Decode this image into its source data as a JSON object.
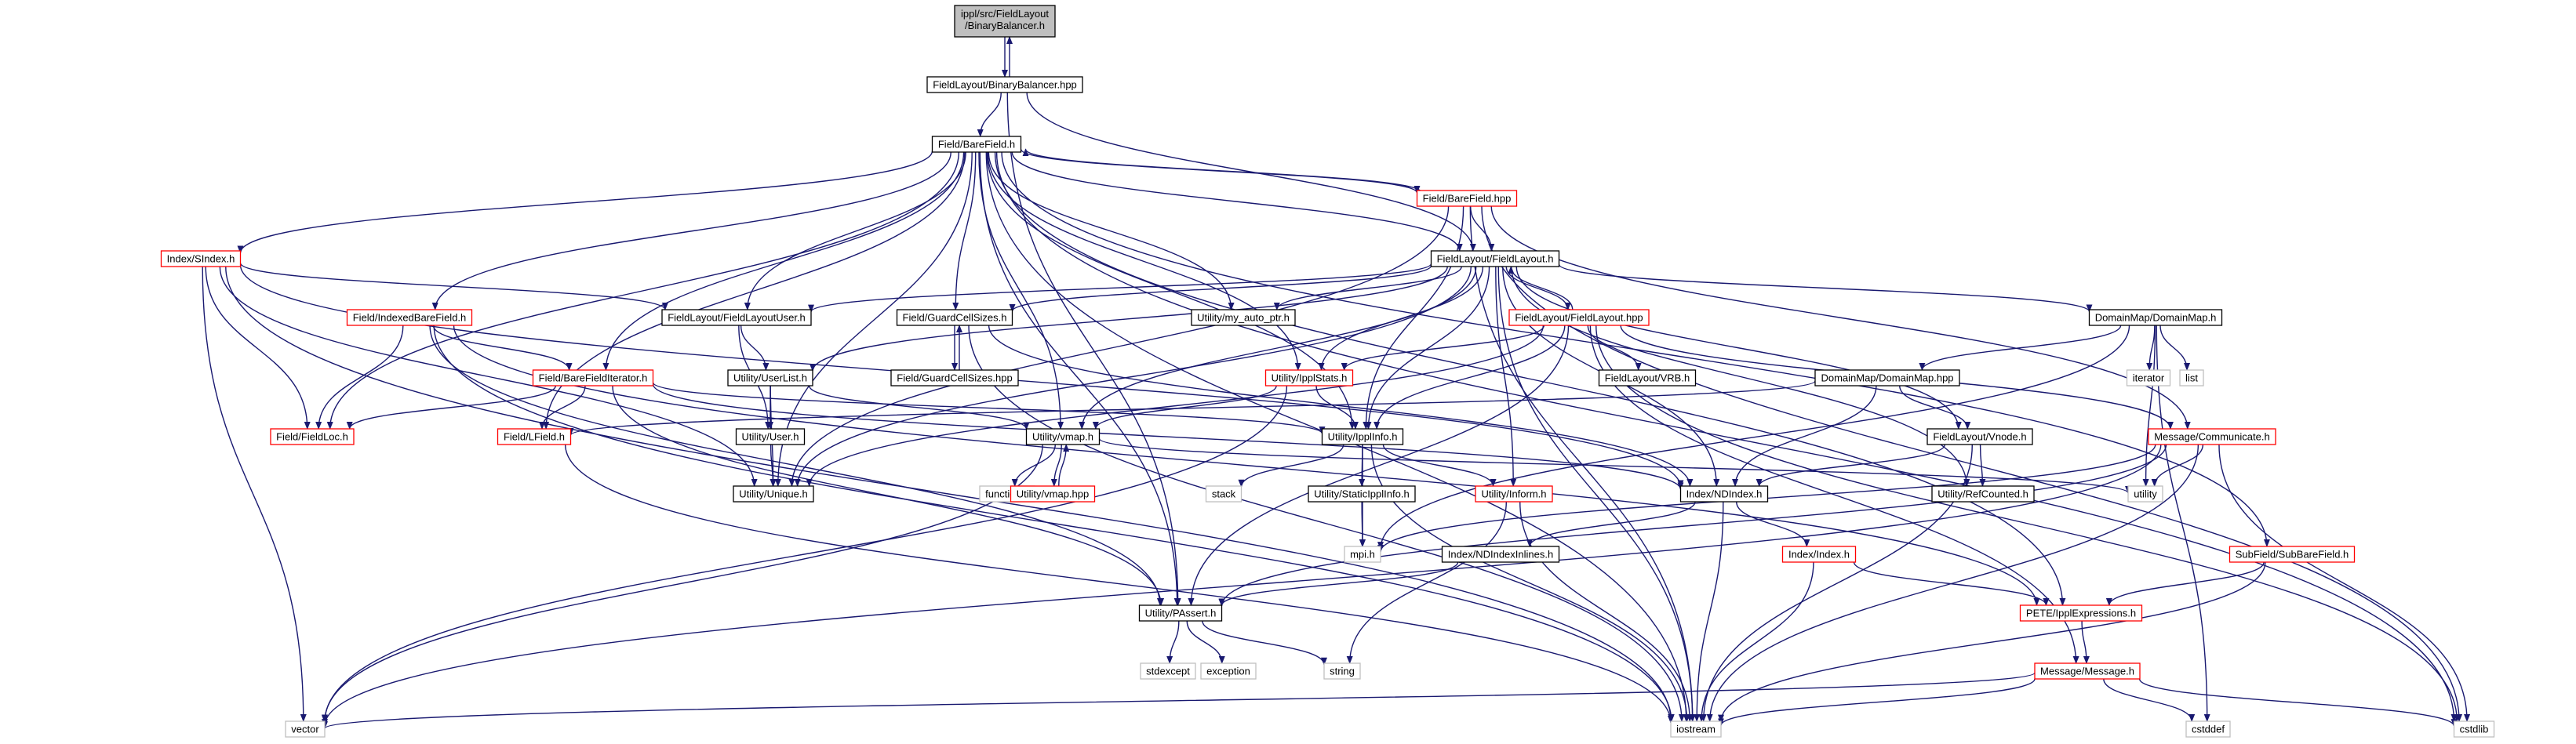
{
  "diagram_type": "include dependency graph",
  "colors": {
    "edge": "#191970",
    "node_border_normal": "#000000",
    "node_border_truncated": "#ff0000",
    "node_border_system": "#bfbfbf",
    "node_fill_root": "#bfbfbf",
    "node_fill": "#ffffff",
    "text": "#000000"
  },
  "nodes": [
    {
      "id": "root",
      "label": "ippl/src/FieldLayout/BinaryBalancer.h",
      "kind": "root"
    },
    {
      "id": "bb_hpp",
      "label": "FieldLayout/BinaryBalancer.hpp",
      "kind": "normal"
    },
    {
      "id": "barefield_h",
      "label": "Field/BareField.h",
      "kind": "normal"
    },
    {
      "id": "barefield_hpp",
      "label": "Field/BareField.hpp",
      "kind": "truncated"
    },
    {
      "id": "fieldlayout_h",
      "label": "FieldLayout/FieldLayout.h",
      "kind": "normal"
    },
    {
      "id": "sindex",
      "label": "Index/SIndex.h",
      "kind": "truncated"
    },
    {
      "id": "indexedbf",
      "label": "Field/IndexedBareField.h",
      "kind": "truncated"
    },
    {
      "id": "fluser",
      "label": "FieldLayout/FieldLayoutUser.h",
      "kind": "normal"
    },
    {
      "id": "gcs",
      "label": "Field/GuardCellSizes.h",
      "kind": "normal"
    },
    {
      "id": "myauto",
      "label": "Utility/my_auto_ptr.h",
      "kind": "normal"
    },
    {
      "id": "flhpp",
      "label": "FieldLayout/FieldLayout.hpp",
      "kind": "truncated"
    },
    {
      "id": "dommap",
      "label": "DomainMap/DomainMap.h",
      "kind": "normal"
    },
    {
      "id": "bfi",
      "label": "Field/BareFieldIterator.h",
      "kind": "truncated"
    },
    {
      "id": "userlist",
      "label": "Utility/UserList.h",
      "kind": "normal"
    },
    {
      "id": "gcshpp",
      "label": "Field/GuardCellSizes.hpp",
      "kind": "normal"
    },
    {
      "id": "ipplstats",
      "label": "Utility/IpplStats.h",
      "kind": "truncated"
    },
    {
      "id": "vrb",
      "label": "FieldLayout/VRB.h",
      "kind": "normal"
    },
    {
      "id": "iterator",
      "label": "iterator",
      "kind": "system"
    },
    {
      "id": "list",
      "label": "list",
      "kind": "system"
    },
    {
      "id": "dommaphpp",
      "label": "DomainMap/DomainMap.hpp",
      "kind": "normal"
    },
    {
      "id": "fieldloc",
      "label": "Field/FieldLoc.h",
      "kind": "truncated"
    },
    {
      "id": "lfield",
      "label": "Field/LField.h",
      "kind": "truncated"
    },
    {
      "id": "userh",
      "label": "Utility/User.h",
      "kind": "normal"
    },
    {
      "id": "vmap",
      "label": "Utility/vmap.h",
      "kind": "normal"
    },
    {
      "id": "ipplinfo",
      "label": "Utility/IpplInfo.h",
      "kind": "normal"
    },
    {
      "id": "vnode",
      "label": "FieldLayout/Vnode.h",
      "kind": "normal"
    },
    {
      "id": "communicate",
      "label": "Message/Communicate.h",
      "kind": "truncated"
    },
    {
      "id": "unique",
      "label": "Utility/Unique.h",
      "kind": "normal"
    },
    {
      "id": "functional",
      "label": "functional",
      "kind": "system"
    },
    {
      "id": "vmaphpp",
      "label": "Utility/vmap.hpp",
      "kind": "truncated"
    },
    {
      "id": "stack",
      "label": "stack",
      "kind": "system"
    },
    {
      "id": "staticippl",
      "label": "Utility/StaticIpplInfo.h",
      "kind": "normal"
    },
    {
      "id": "inform",
      "label": "Utility/Inform.h",
      "kind": "truncated"
    },
    {
      "id": "ndindex",
      "label": "Index/NDIndex.h",
      "kind": "normal"
    },
    {
      "id": "refcounted",
      "label": "Utility/RefCounted.h",
      "kind": "normal"
    },
    {
      "id": "utility",
      "label": "utility",
      "kind": "system"
    },
    {
      "id": "mpi",
      "label": "mpi.h",
      "kind": "system"
    },
    {
      "id": "ndinline",
      "label": "Index/NDIndexInlines.h",
      "kind": "normal"
    },
    {
      "id": "indexh",
      "label": "Index/Index.h",
      "kind": "truncated"
    },
    {
      "id": "subbf",
      "label": "SubField/SubBareField.h",
      "kind": "truncated"
    },
    {
      "id": "passert",
      "label": "Utility/PAssert.h",
      "kind": "normal"
    },
    {
      "id": "pete",
      "label": "PETE/IpplExpressions.h",
      "kind": "truncated"
    },
    {
      "id": "stdexcept",
      "label": "stdexcept",
      "kind": "system"
    },
    {
      "id": "exception",
      "label": "exception",
      "kind": "system"
    },
    {
      "id": "string",
      "label": "string",
      "kind": "system"
    },
    {
      "id": "message",
      "label": "Message/Message.h",
      "kind": "truncated"
    },
    {
      "id": "vector",
      "label": "vector",
      "kind": "system"
    },
    {
      "id": "iostream",
      "label": "iostream",
      "kind": "system"
    },
    {
      "id": "cstddef",
      "label": "cstddef",
      "kind": "system"
    },
    {
      "id": "cstdlib",
      "label": "cstdlib",
      "kind": "system"
    }
  ],
  "edges": [
    [
      "root",
      "bb_hpp"
    ],
    [
      "bb_hpp",
      "root"
    ],
    [
      "bb_hpp",
      "barefield_h"
    ],
    [
      "bb_hpp",
      "fieldlayout_h"
    ],
    [
      "bb_hpp",
      "passert"
    ],
    [
      "barefield_h",
      "barefield_hpp"
    ],
    [
      "barefield_hpp",
      "barefield_h"
    ],
    [
      "barefield_h",
      "fieldlayout_h"
    ],
    [
      "barefield_h",
      "sindex"
    ],
    [
      "barefield_h",
      "indexedbf"
    ],
    [
      "barefield_h",
      "fluser"
    ],
    [
      "barefield_h",
      "gcs"
    ],
    [
      "barefield_h",
      "myauto"
    ],
    [
      "barefield_h",
      "bfi"
    ],
    [
      "barefield_h",
      "ipplstats"
    ],
    [
      "barefield_h",
      "ipplinfo"
    ],
    [
      "barefield_h",
      "fieldloc"
    ],
    [
      "barefield_h",
      "lfield"
    ],
    [
      "barefield_h",
      "vmap"
    ],
    [
      "barefield_h",
      "unique"
    ],
    [
      "barefield_h",
      "passert"
    ],
    [
      "barefield_h",
      "iostream"
    ],
    [
      "barefield_h",
      "subbf"
    ],
    [
      "barefield_h",
      "pete"
    ],
    [
      "barefield_h",
      "cstdlib"
    ],
    [
      "barefield_hpp",
      "fieldlayout_h"
    ],
    [
      "barefield_hpp",
      "ipplinfo"
    ],
    [
      "barefield_hpp",
      "communicate"
    ],
    [
      "barefield_hpp",
      "unique"
    ],
    [
      "barefield_hpp",
      "iostream"
    ],
    [
      "barefield_hpp",
      "cstdlib"
    ],
    [
      "fieldlayout_h",
      "flhpp"
    ],
    [
      "flhpp",
      "fieldlayout_h"
    ],
    [
      "fieldlayout_h",
      "fluser"
    ],
    [
      "fieldlayout_h",
      "gcs"
    ],
    [
      "fieldlayout_h",
      "myauto"
    ],
    [
      "fieldlayout_h",
      "dommap"
    ],
    [
      "fieldlayout_h",
      "userlist"
    ],
    [
      "fieldlayout_h",
      "ipplinfo"
    ],
    [
      "fieldlayout_h",
      "vmap"
    ],
    [
      "fieldlayout_h",
      "vnode"
    ],
    [
      "fieldlayout_h",
      "ndindex"
    ],
    [
      "fieldlayout_h",
      "refcounted"
    ],
    [
      "fieldlayout_h",
      "inform"
    ],
    [
      "fieldlayout_h",
      "unique"
    ],
    [
      "fieldlayout_h",
      "ipplstats"
    ],
    [
      "fieldlayout_h",
      "iostream"
    ],
    [
      "sindex",
      "fluser"
    ],
    [
      "sindex",
      "fieldloc"
    ],
    [
      "sindex",
      "ndindex"
    ],
    [
      "sindex",
      "unique"
    ],
    [
      "sindex",
      "vector"
    ],
    [
      "sindex",
      "iostream"
    ],
    [
      "indexedbf",
      "bfi"
    ],
    [
      "indexedbf",
      "fieldloc"
    ],
    [
      "indexedbf",
      "passert"
    ],
    [
      "indexedbf",
      "pete"
    ],
    [
      "indexedbf",
      "iostream"
    ],
    [
      "fluser",
      "userlist"
    ],
    [
      "fluser",
      "userh"
    ],
    [
      "gcs",
      "gcshpp"
    ],
    [
      "gcshpp",
      "gcs"
    ],
    [
      "gcs",
      "ndindex"
    ],
    [
      "gcs",
      "iostream"
    ],
    [
      "flhpp",
      "ipplstats"
    ],
    [
      "flhpp",
      "vrb"
    ],
    [
      "flhpp",
      "ipplinfo"
    ],
    [
      "flhpp",
      "communicate"
    ],
    [
      "flhpp",
      "passert"
    ],
    [
      "flhpp",
      "message"
    ],
    [
      "flhpp",
      "cstdlib"
    ],
    [
      "flhpp",
      "unique"
    ],
    [
      "dommap",
      "dommaphpp"
    ],
    [
      "dommap",
      "iterator"
    ],
    [
      "dommap",
      "list"
    ],
    [
      "dommap",
      "utility"
    ],
    [
      "dommap",
      "cstddef"
    ],
    [
      "dommap",
      "mpi"
    ],
    [
      "dommaphpp",
      "vnode"
    ],
    [
      "dommaphpp",
      "ndindex"
    ],
    [
      "dommaphpp",
      "lfield"
    ],
    [
      "bfi",
      "fieldloc"
    ],
    [
      "bfi",
      "lfield"
    ],
    [
      "bfi",
      "ipplinfo"
    ],
    [
      "bfi",
      "ndindex"
    ],
    [
      "bfi",
      "passert"
    ],
    [
      "userlist",
      "userh"
    ],
    [
      "userlist",
      "vmap"
    ],
    [
      "userlist",
      "unique"
    ],
    [
      "userh",
      "unique"
    ],
    [
      "ipplstats",
      "ipplinfo"
    ],
    [
      "ipplstats",
      "vmap"
    ],
    [
      "ipplstats",
      "vector"
    ],
    [
      "lfield",
      "iostream"
    ],
    [
      "vmap",
      "functional"
    ],
    [
      "vmap",
      "vmaphpp"
    ],
    [
      "vmaphpp",
      "vmap"
    ],
    [
      "vmap",
      "utility"
    ],
    [
      "vmap",
      "vector"
    ],
    [
      "ipplinfo",
      "staticippl"
    ],
    [
      "ipplinfo",
      "inform"
    ],
    [
      "ipplinfo",
      "stack"
    ],
    [
      "ipplinfo",
      "mpi"
    ],
    [
      "ipplinfo",
      "iostream"
    ],
    [
      "staticippl",
      "mpi"
    ],
    [
      "inform",
      "string"
    ],
    [
      "inform",
      "iostream"
    ],
    [
      "vnode",
      "ndindex"
    ],
    [
      "vnode",
      "refcounted"
    ],
    [
      "vnode",
      "iostream"
    ],
    [
      "communicate",
      "utility"
    ],
    [
      "communicate",
      "mpi"
    ],
    [
      "communicate",
      "passert"
    ],
    [
      "communicate",
      "iostream"
    ],
    [
      "communicate",
      "cstdlib"
    ],
    [
      "communicate",
      "vector"
    ],
    [
      "ndindex",
      "ndinline"
    ],
    [
      "ndindex",
      "indexh"
    ],
    [
      "ndindex",
      "iostream"
    ],
    [
      "ndinline",
      "passert"
    ],
    [
      "indexh",
      "pete"
    ],
    [
      "indexh",
      "iostream"
    ],
    [
      "subbf",
      "pete"
    ],
    [
      "subbf",
      "iostream"
    ],
    [
      "pete",
      "message"
    ],
    [
      "passert",
      "stdexcept"
    ],
    [
      "passert",
      "exception"
    ],
    [
      "passert",
      "string"
    ],
    [
      "message",
      "vector"
    ],
    [
      "message",
      "iostream"
    ],
    [
      "message",
      "cstddef"
    ],
    [
      "message",
      "cstdlib"
    ]
  ]
}
